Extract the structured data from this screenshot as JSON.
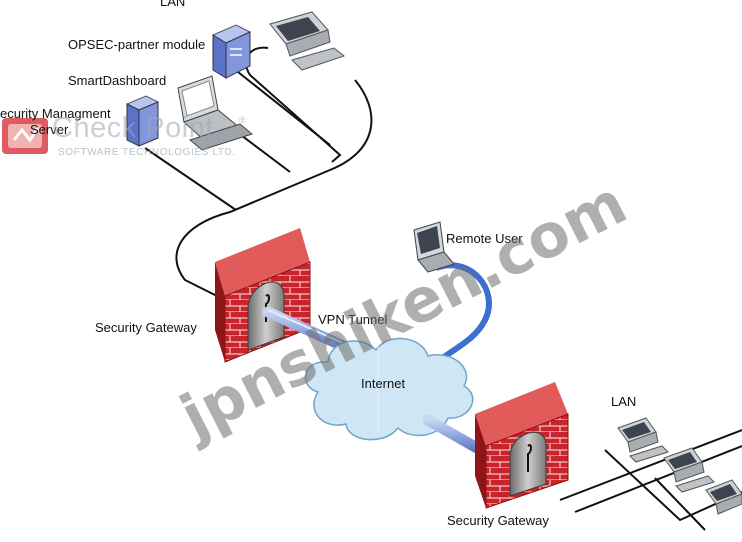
{
  "labels": {
    "lan_top": "LAN",
    "opsec": "OPSEC-partner module",
    "smartdashboard": "SmartDashboard",
    "mgmt_line1": "ecurity Managment",
    "mgmt_line2": "Server",
    "remote_user": "Remote User",
    "gateway_left": "Security Gateway",
    "vpn_tunnel": "VPN Tunnel",
    "internet": "Internet",
    "lan_bottom": "LAN",
    "gateway_bottom": "Security Gateway"
  },
  "logo": {
    "name": "Check Point",
    "sub": "SOFTWARE TECHNOLOGIES LTD.",
    "trademark": "®"
  },
  "watermark": "jpnshiken.com",
  "colors": {
    "wire": "#111111",
    "vpn_tube": "#7f96d8",
    "remote_link": "#3b6fd0",
    "brick": "#c9242b",
    "cloud": "#cfe7f5",
    "logo_red": "#d5343a"
  }
}
